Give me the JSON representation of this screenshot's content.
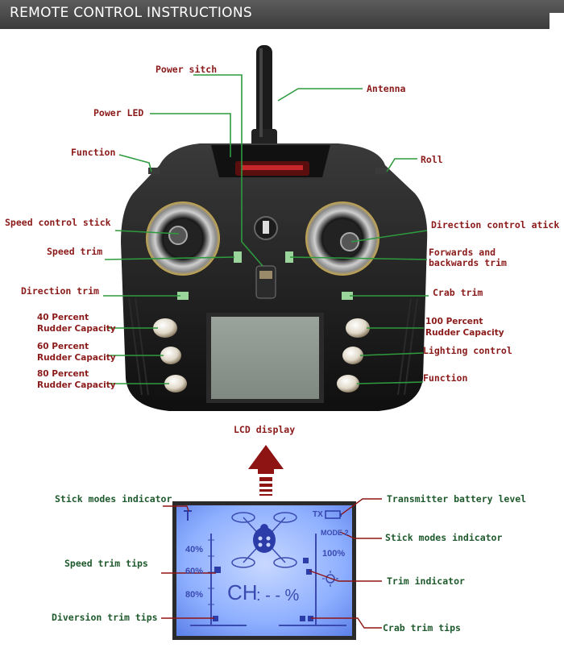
{
  "header": {
    "title": "REMOTE CONTROL INSTRUCTIONS"
  },
  "controller": {
    "labels": {
      "power_switch": "Power sitch",
      "antenna": "Antenna",
      "power_led": "Power LED",
      "function_left": "Function",
      "roll": "Roll",
      "speed_stick": "Speed control stick",
      "direction_stick": "Direction control atick",
      "speed_trim": "Speed trim",
      "fb_trim_1": "Forwards and",
      "fb_trim_2": "backwards trim",
      "direction_trim": "Direction trim",
      "crab_trim": "Crab trim",
      "r40_1": "40 Percent",
      "r40_2": "Rudder Capacity",
      "r60_1": "60 Percent",
      "r60_2": "Rudder Capacity",
      "r80_1": "80 Percent",
      "r80_2": "Rudder Capacity",
      "r100_1": "100 Percent",
      "r100_2": "Rudder Capacity",
      "lighting": "Lighting control",
      "function_right": "Function",
      "lcd_display": "LCD display"
    }
  },
  "lcd_panel": {
    "labels": {
      "stick_modes_left": "Stick modes indicator",
      "battery": "Transmitter battery level",
      "stick_modes_right": "Stick modes indicator",
      "speed_trim_tips": "Speed trim tips",
      "trim_indicator": "Trim indicator",
      "diversion_trim_tips": "Diversion trim tips",
      "crab_trim_tips": "Crab trim tips"
    },
    "screen": {
      "tx": "TX",
      "mode": "MODE 2",
      "p40": "40%",
      "p60": "60%",
      "p80": "80%",
      "p100": "100%",
      "ch": "CH",
      "ch_value": ": - - %"
    }
  },
  "colors": {
    "label_red": "#8b1a1a",
    "label_green": "#1f5a2c",
    "leader_green": "#2e9a3e",
    "arrow_red": "#8e1414",
    "lcd_blue": "#8fb3ff"
  }
}
